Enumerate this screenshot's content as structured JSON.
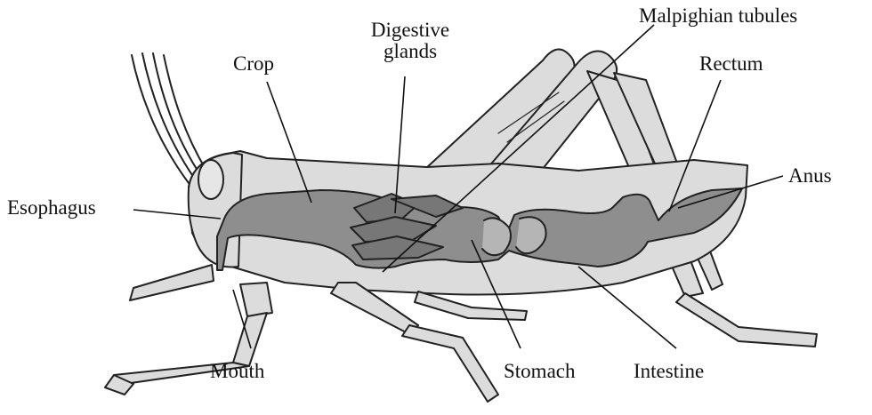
{
  "labels": {
    "crop": "Crop",
    "digestive_glands": [
      "Digestive",
      "glands"
    ],
    "malpighian_tubules": "Malpighian tubules",
    "rectum": "Rectum",
    "anus": "Anus",
    "esophagus": "Esophagus",
    "mouth": "Mouth",
    "stomach": "Stomach",
    "intestine": "Intestine"
  },
  "colors": {
    "outline": "#222222",
    "body_fill": "#dcdcdc",
    "gut_fill": "#8e8e8e",
    "gland_fill": "#777777",
    "leader_line": "#111111"
  }
}
